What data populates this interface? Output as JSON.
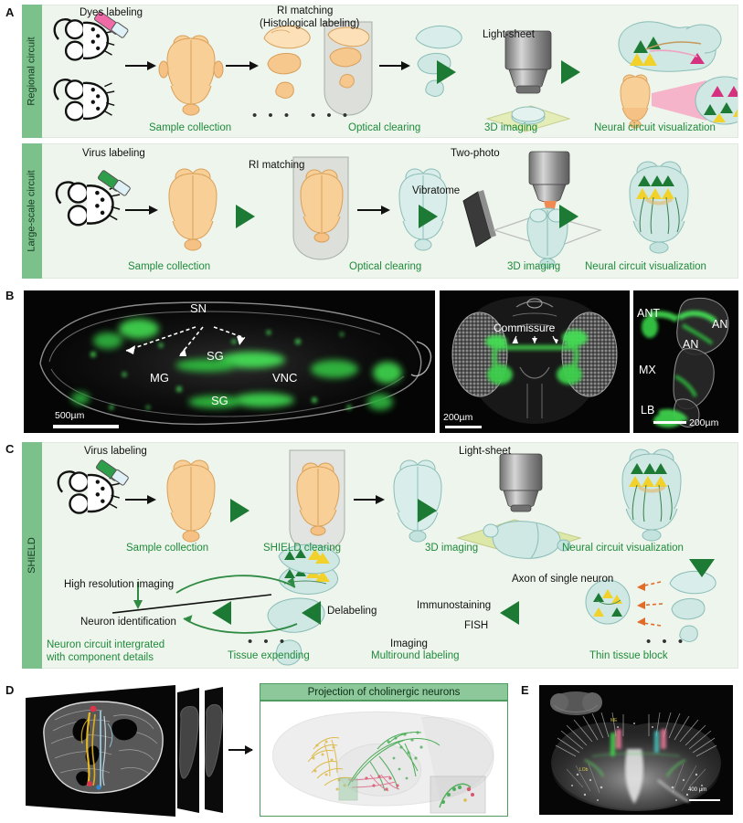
{
  "figure": {
    "panels": [
      "A",
      "B",
      "C",
      "D",
      "E"
    ]
  },
  "panelA": {
    "letter": "A",
    "row1": {
      "side_label": "Regional circuit",
      "step_titles": {
        "labeling": "Dyes labeling",
        "ri_matching": "RI matching",
        "ri_matching_sub": "(Histological labeling)",
        "microscope": "Light-sheet"
      },
      "captions": {
        "sample": "Sample collection",
        "clearing": "Optical clearing",
        "imaging": "3D imaging",
        "visualization": "Neural circuit visualization"
      },
      "ellipsis": "• • •"
    },
    "row2": {
      "side_label": "Large-scale circuit",
      "step_titles": {
        "labeling": "Virus labeling",
        "ri_matching": "RI matching",
        "vibratome": "Vibratome",
        "microscope": "Two-photo"
      },
      "captions": {
        "sample": "Sample collection",
        "clearing": "Optical clearing",
        "imaging": "3D imaging",
        "visualization": "Neural circuit visualization"
      }
    }
  },
  "panelB": {
    "letter": "B",
    "image1": {
      "labels": [
        "SN",
        "SG",
        "MG",
        "VNC",
        "SG"
      ],
      "scale": "500µm"
    },
    "image2": {
      "labels": [
        "Commissure"
      ],
      "scale": "200µm"
    },
    "image3": {
      "labels": [
        "ANT",
        "AN",
        "AN",
        "MX",
        "LB"
      ],
      "scale": "200µm"
    }
  },
  "panelC": {
    "letter": "C",
    "side_label": "SHIELD",
    "top_row": {
      "step_titles": {
        "labeling": "Virus labeling",
        "microscope": "Light-sheet"
      },
      "captions": {
        "sample": "Sample collection",
        "clearing": "SHIELD clearing",
        "imaging": "3D imaging",
        "visualization": "Neural circuit visualization"
      }
    },
    "bottom_row": {
      "black_labels": {
        "high_res": "High resolution imaging",
        "neuron_id": "Neuron identification",
        "delabeling": "Delabeling",
        "immunostaining": "Immunostaining",
        "fish": "FISH",
        "imaging": "Imaging",
        "axon": "Axon of single neuron"
      },
      "captions": {
        "integrated_1": "Neuron circuit intergrated",
        "integrated_2": "with component details",
        "tissue_expending": "Tissue expending",
        "multiround": "Multiround labeling",
        "thin_block": "Thin tissue block"
      },
      "ellipsis": "• • •"
    }
  },
  "panelD": {
    "letter": "D",
    "title": "Projection of cholinergic neurons"
  },
  "panelE": {
    "letter": "E",
    "scale": "400 µm"
  },
  "colors": {
    "panel_bg": "#eef5ec",
    "side_tab": "#7cc08c",
    "caption_green": "#1f8a3b",
    "arrow_green": "#1d7a34",
    "brain_orange": "#f6c88a",
    "brain_cyan": "#c4e3de",
    "fluor_green": "#35c14a"
  }
}
